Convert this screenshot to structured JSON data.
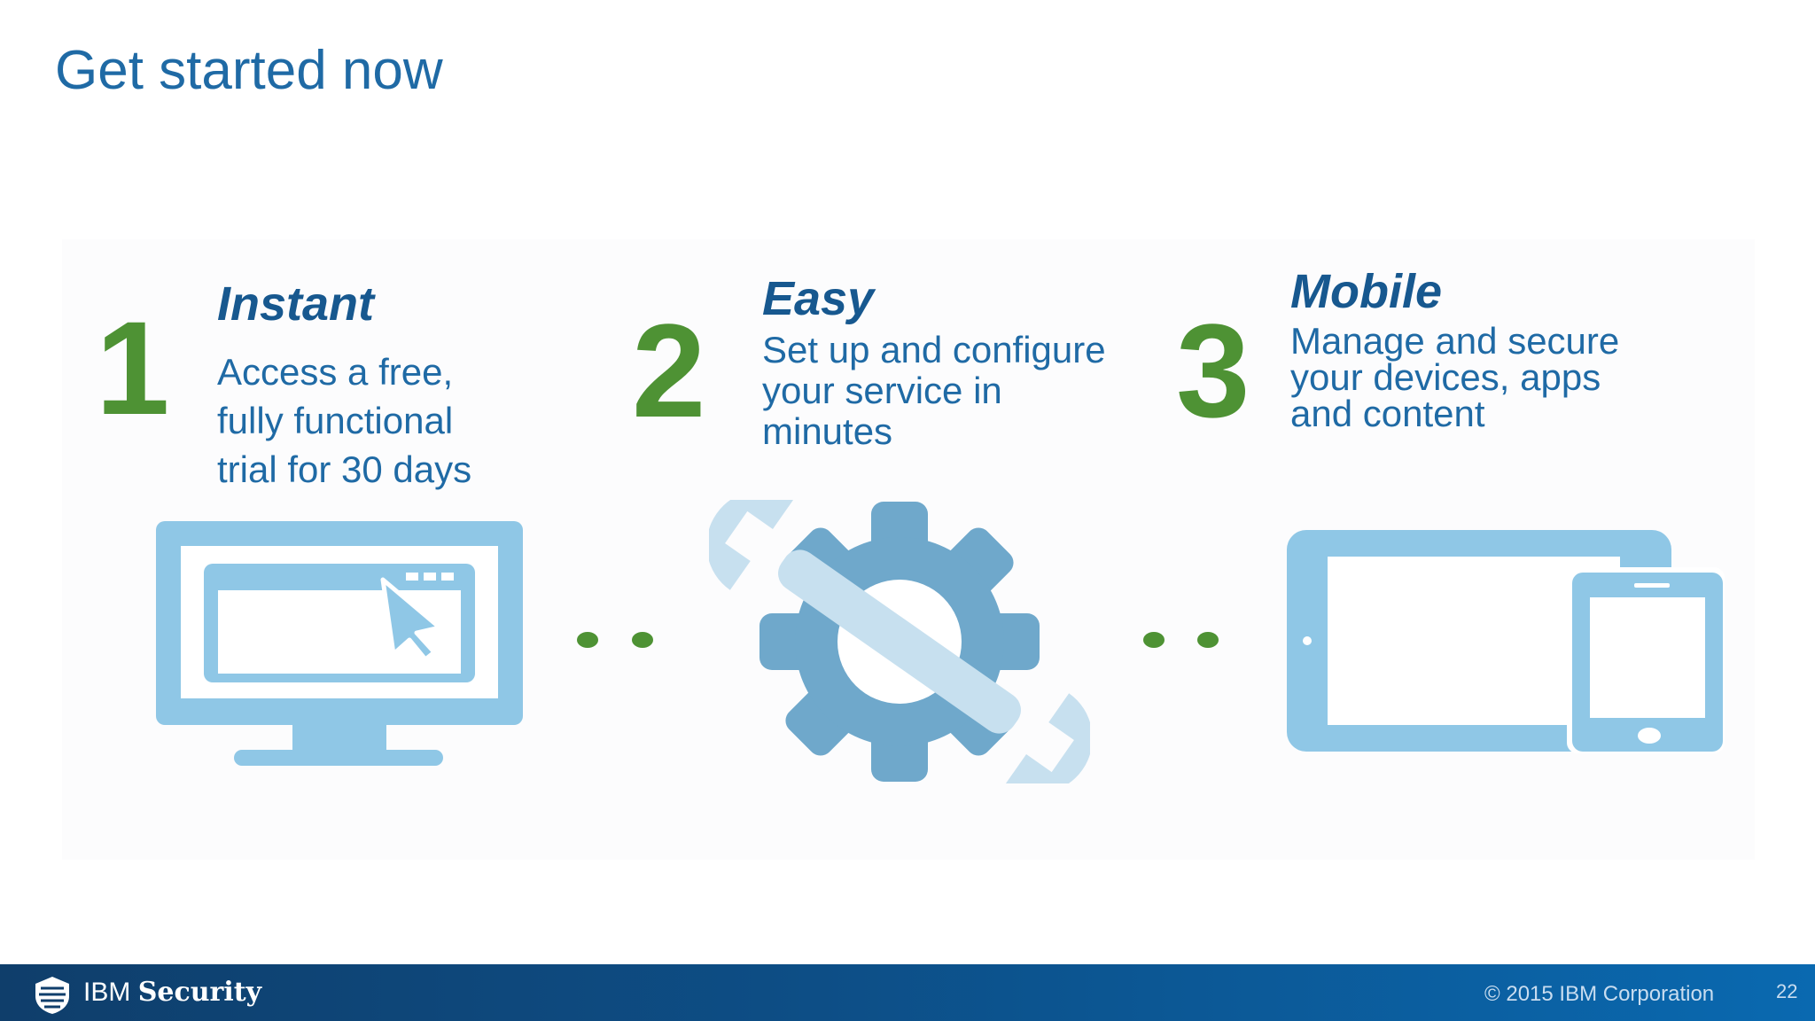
{
  "slide": {
    "title": "Get started now"
  },
  "steps": [
    {
      "number": "1",
      "title": "Instant",
      "lines": [
        "Access a free,",
        "fully functional",
        "trial for 30 days"
      ],
      "icon": "desktop-monitor-icon"
    },
    {
      "number": "2",
      "title": "Easy",
      "lines": [
        "Set up and configure",
        "your service in",
        "minutes"
      ],
      "icon": "wrench-gear-icon"
    },
    {
      "number": "3",
      "title": "Mobile",
      "lines": [
        "Manage and secure",
        "your devices, apps",
        "and content"
      ],
      "icon": "tablet-phone-icon"
    }
  ],
  "colors": {
    "title": "#1f6aa5",
    "accent_green": "#4e9234",
    "step_title": "#17588f",
    "icon_light": "#8fc7e6",
    "icon_mid": "#6fa8cb"
  },
  "footer": {
    "brand_ibm": "IBM",
    "brand_security": "Security",
    "copyright": "© 2015 IBM Corporation",
    "page_number": "22"
  }
}
